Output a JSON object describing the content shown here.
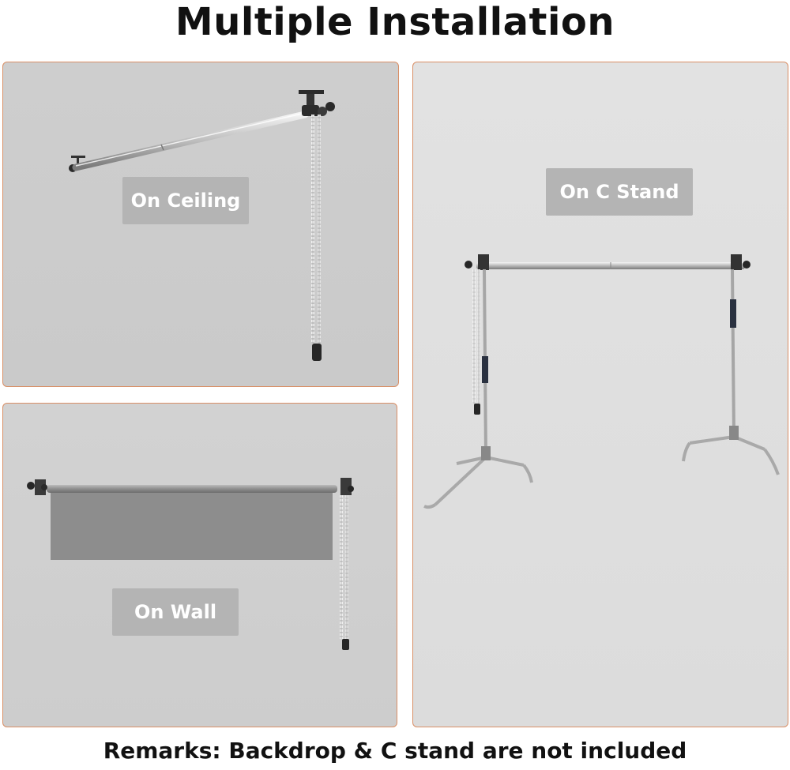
{
  "header": {
    "title": "Multiple Installation"
  },
  "panels": {
    "ceiling": {
      "label": "On Ceiling"
    },
    "wall": {
      "label": "On Wall"
    },
    "cstand": {
      "label": "On C Stand"
    }
  },
  "footer": {
    "remarks": "Remarks: Backdrop & C stand are not included"
  },
  "colors": {
    "panel_border": "#d98f66",
    "label_bg": "#b4b4b4",
    "label_text": "#ffffff"
  }
}
